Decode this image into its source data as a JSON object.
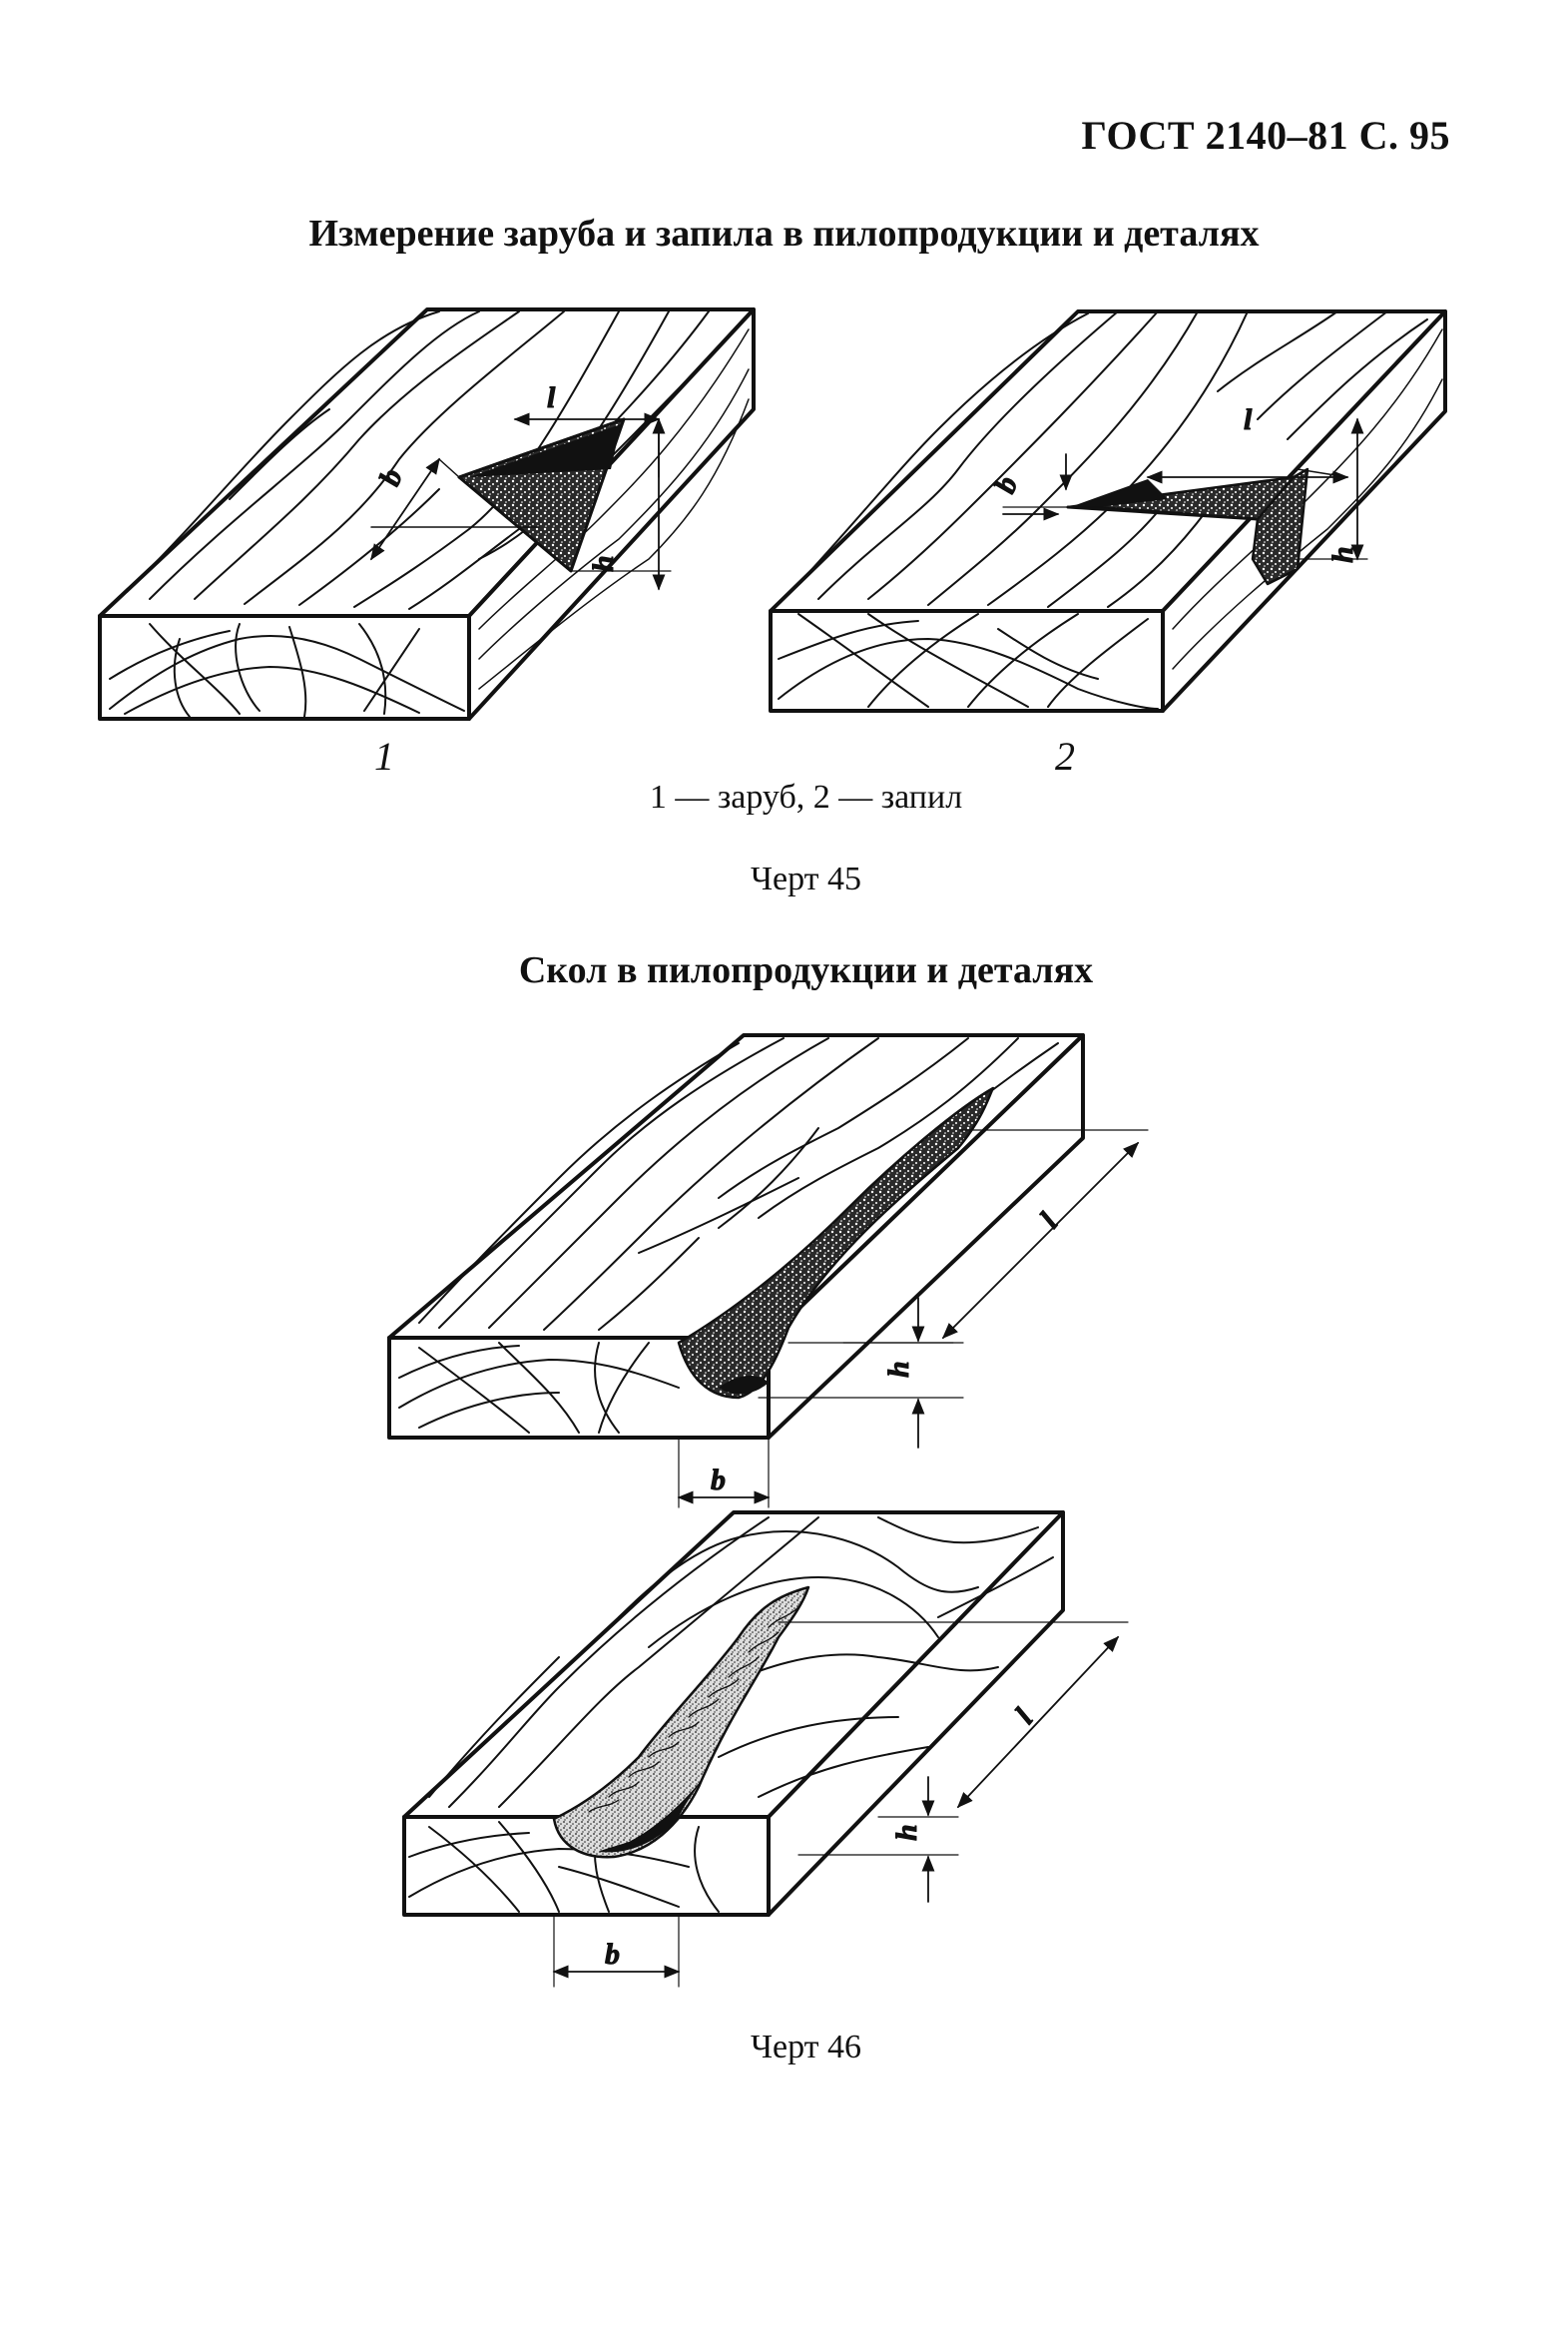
{
  "header": "ГОСТ 2140–81 С. 95",
  "section1": {
    "title": "Измерение заруба и запила в пилопродукции и деталях",
    "figure_numbers": [
      "1",
      "2"
    ],
    "legend": "1 — заруб, 2 — запил",
    "figure_caption": "Черт 45"
  },
  "section2": {
    "title": "Скол в пилопродукции и деталях",
    "figure_caption": "Черт 46"
  },
  "dimension_labels": {
    "length": "l",
    "width": "b",
    "depth": "h"
  }
}
